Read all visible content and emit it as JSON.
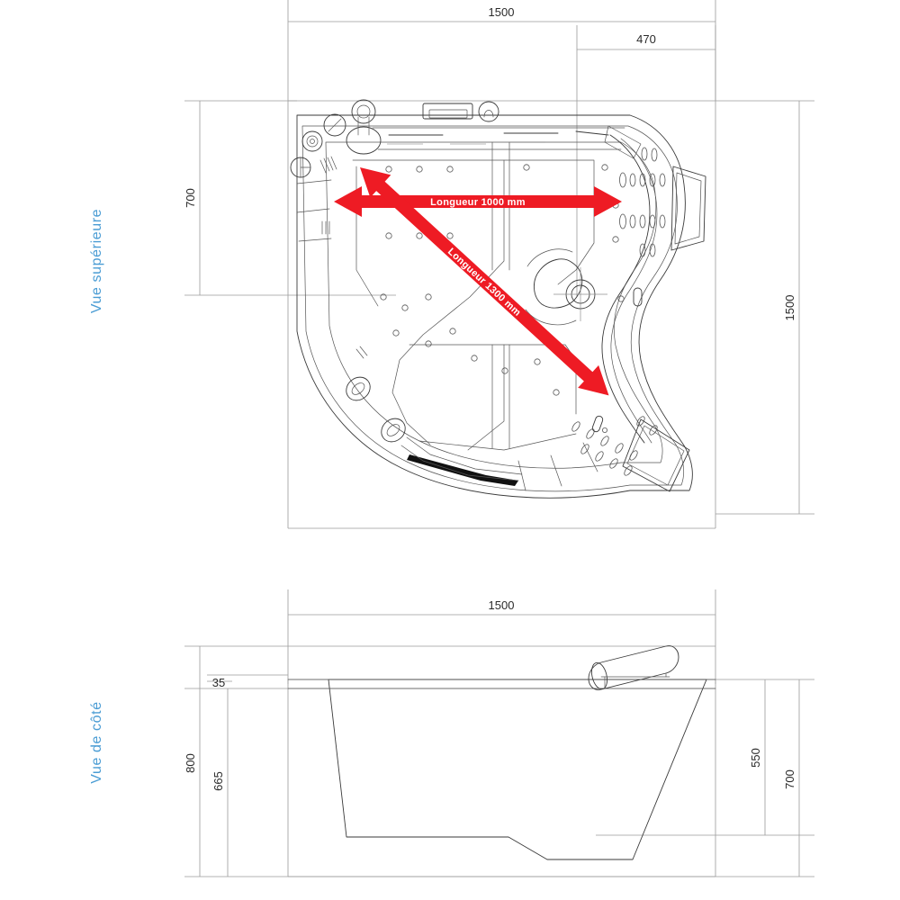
{
  "document": {
    "kind": "technical-drawing",
    "language": "fr"
  },
  "views": {
    "top": {
      "label": "Vue supérieure",
      "dimensions": {
        "overall_width": "1500",
        "partial_width": "470",
        "left_height": "700",
        "right_height": "1500"
      },
      "annotations": [
        {
          "id": "horizontal",
          "text": "Longueur 1000 mm",
          "color": "#ee1b24"
        },
        {
          "id": "diagonal",
          "text": "Longueur 1300 mm",
          "color": "#ee1b24"
        }
      ]
    },
    "side": {
      "label": "Vue de côté",
      "dimensions": {
        "overall_length": "1500",
        "total_height": "800",
        "body_height": "665",
        "rim_thickness": "35",
        "inner_depth": "550",
        "outer_height": "700"
      }
    }
  },
  "colors": {
    "accent_blue": "#4a9cd4",
    "annotation_red": "#ee1b24",
    "line_gray": "#9a9a9a",
    "part_line": "#3a3a3a"
  }
}
